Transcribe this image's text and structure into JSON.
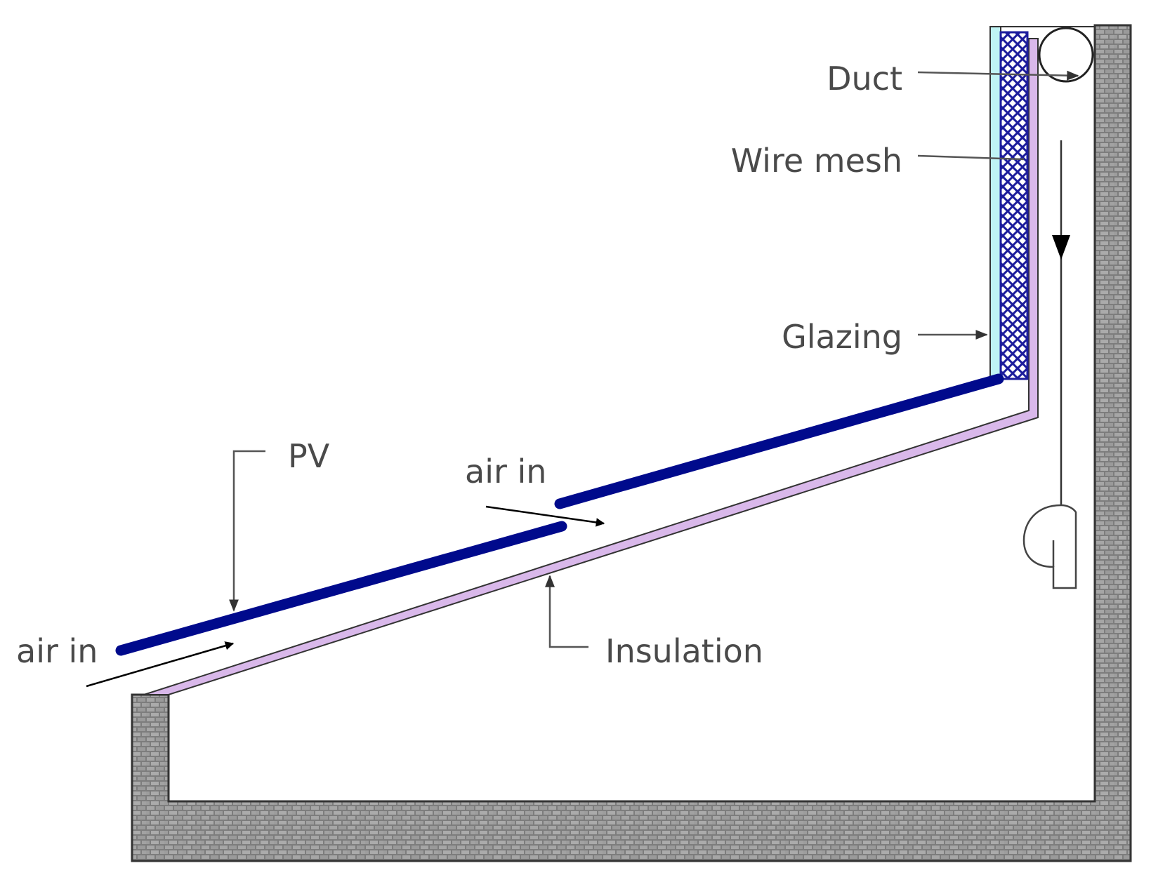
{
  "labels": {
    "duct": "Duct",
    "wire_mesh": "Wire mesh",
    "glazing": "Glazing",
    "pv": "PV",
    "air_in_upper": "air in",
    "air_in_lower": "air in",
    "insulation": "Insulation"
  },
  "colors": {
    "pv_panel": "#000a8c",
    "insulation": "#d9b8ea",
    "glazing": "#bff4f4",
    "wire_mesh": "#1c1c9c",
    "brick_base": "#7e7e7e",
    "label_text": "#4a4a4a",
    "leader_line": "#555555"
  },
  "icons": {
    "duct": "duct-circle-icon",
    "fan": "fan-housing-icon",
    "arrow": "arrow-head-icon"
  }
}
